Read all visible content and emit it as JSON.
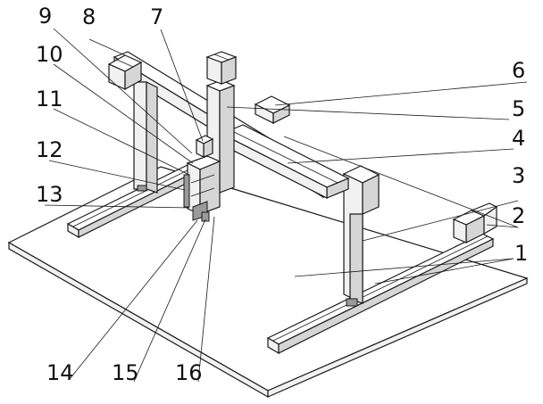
{
  "labels": {
    "n1": "1",
    "n2": "2",
    "n3": "3",
    "n4": "4",
    "n5": "5",
    "n6": "6",
    "n7": "7",
    "n8": "8",
    "n9": "9",
    "n10": "10",
    "n11": "11",
    "n12": "12",
    "n13": "13",
    "n14": "14",
    "n15": "15",
    "n16": "16"
  }
}
